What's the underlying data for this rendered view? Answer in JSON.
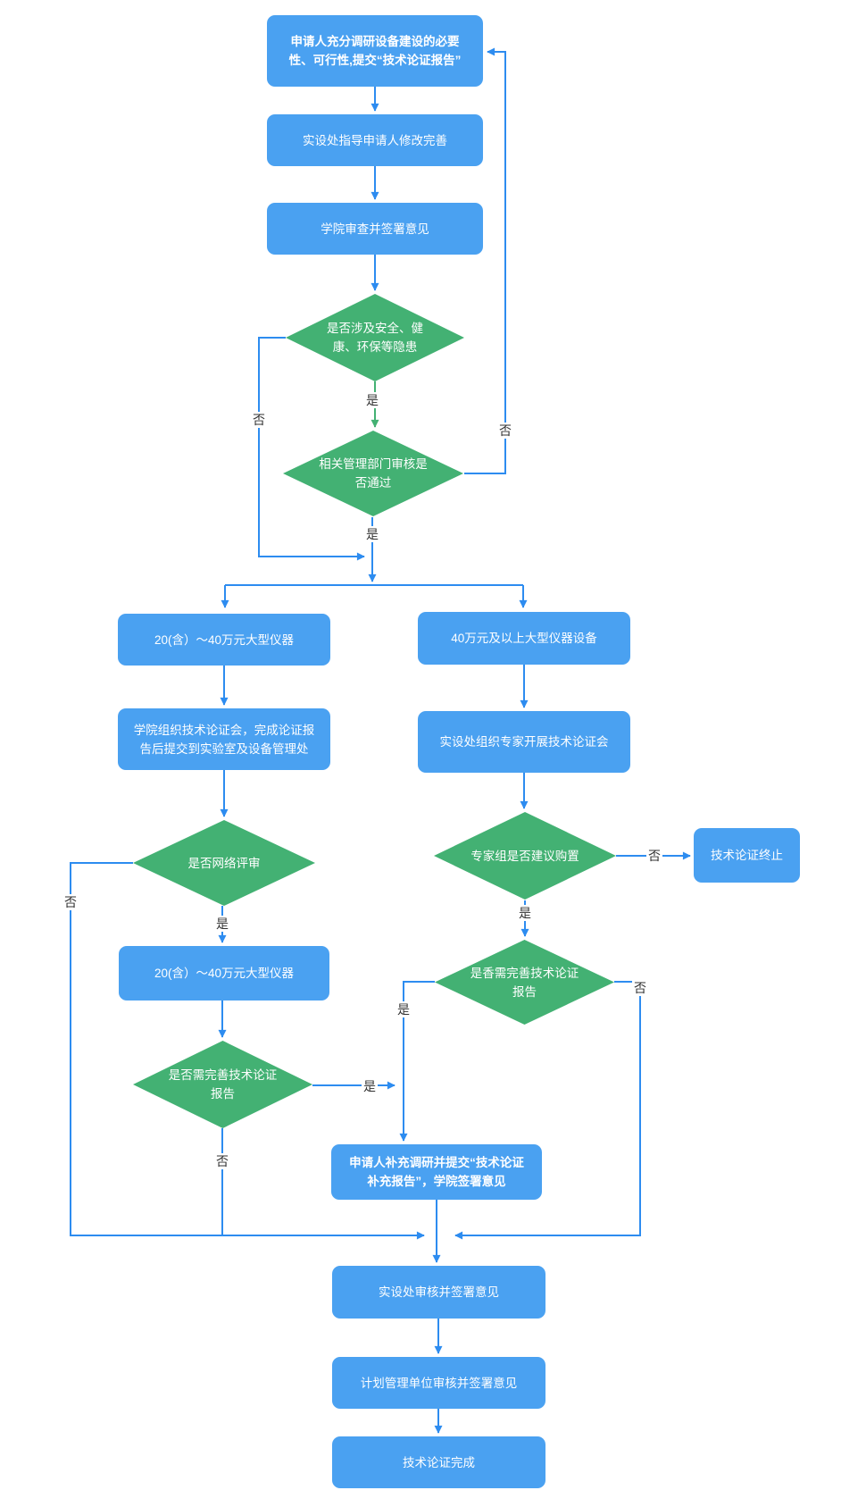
{
  "labels": {
    "yes": "是",
    "no": "否"
  },
  "colors": {
    "box_fill": "#4aa1f1",
    "diamond_fill": "#43b173",
    "connector_blue": "#2d8cf0",
    "connector_green": "#43b173",
    "edge_label_text": "#333333",
    "node_text": "#ffffff"
  },
  "nodes": {
    "research_report": "申请人充分调研设备建设的必要性、可行性,提交“技术论证报告”",
    "guide_revision": "实设处指导申请人修改完善",
    "college_review": "学院审查并签署意见",
    "safety_check": "是否涉及安全、健康、环保等隐患",
    "dept_approval": "相关管理部门审核是否通过",
    "range_20_40": "20(含）～40万元大型仪器",
    "above_40": "40万元及以上大型仪器设备",
    "college_meeting": "学院组织技术论证会，完成论证报告后提交到实验室及设备管理处",
    "office_meeting": "实设处组织专家开展技术论证会",
    "online_review": "是否网络评审",
    "expert_suggest": "专家组是否建议购置",
    "terminate": "技术论证终止",
    "need_improve_right": "是香需完善技术论证报告",
    "range_20_40_b": "20(含）～40万元大型仪器",
    "need_improve_left": "是否需完善技术论证报告",
    "supplement_report": "申请人补充调研并提交“技术论证补充报告”，学院签署意见",
    "office_sign": "实设处审核并签署意见",
    "plan_unit_sign": "计划管理单位审核并签署意见",
    "complete": "技术论证完成"
  }
}
